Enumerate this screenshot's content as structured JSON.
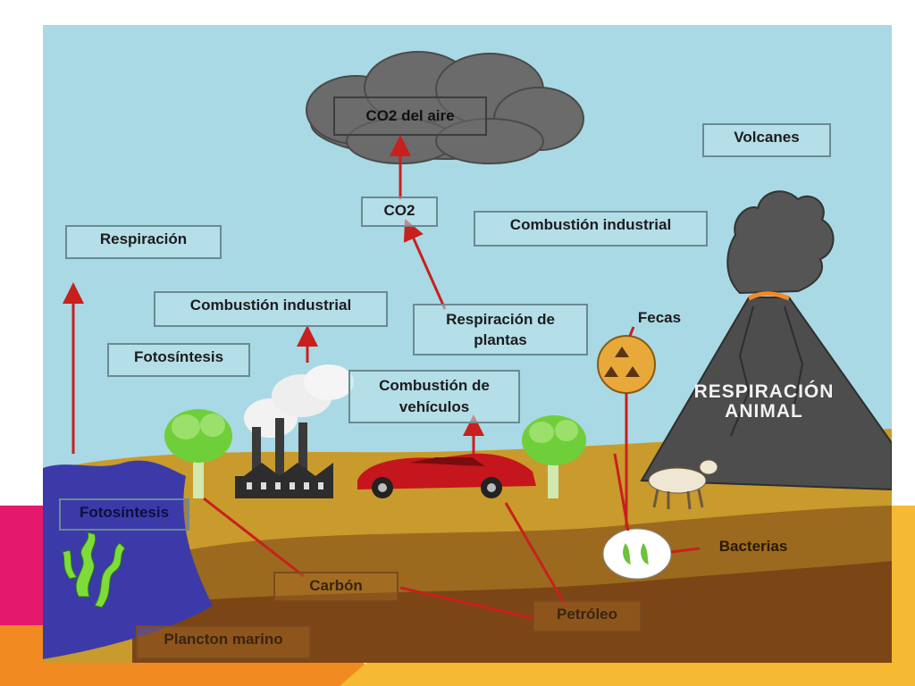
{
  "labels": {
    "co2_del_aire": "CO2 del aire",
    "volcanes": "Volcanes",
    "co2": "CO2",
    "combustion_industrial_right": "Combustión industrial",
    "respiracion": "Respiración",
    "combustion_industrial_left": "Combustión industrial",
    "respiracion_plantas_line1": "Respiración de",
    "respiracion_plantas_line2": "plantas",
    "fecas": "Fecas",
    "fotosintesis_upper": "Fotosíntesis",
    "combustion_vehiculos_line1": "Combustión de",
    "combustion_vehiculos_line2": "vehículos",
    "respiracion_animal_line1": "RESPIRACIÓN",
    "respiracion_animal_line2": "ANIMAL",
    "fotosintesis_lower": "Fotosíntesis",
    "bacterias": "Bacterias",
    "carbon": "Carbón",
    "petroleo": "Petróleo",
    "plancton_marino": "Plancton marino"
  },
  "colors": {
    "sky": "#a9d9e4",
    "ocean": "#3c3aa8",
    "ground_top": "#c99a2c",
    "ground_mid": "#9c6a1e",
    "ground_deep": "#7b4516",
    "volcano": "#4a4a4a",
    "arrow": "#c8201e",
    "accent_magenta": "#e5196c",
    "accent_orange": "#f28a22",
    "accent_yellow": "#f6b932"
  },
  "icons": [
    "cloud-icon",
    "volcano-icon",
    "factory-icon",
    "car-icon",
    "tree-icon",
    "goat-icon",
    "seaweed-icon",
    "feces-icon",
    "bacteria-icon"
  ]
}
